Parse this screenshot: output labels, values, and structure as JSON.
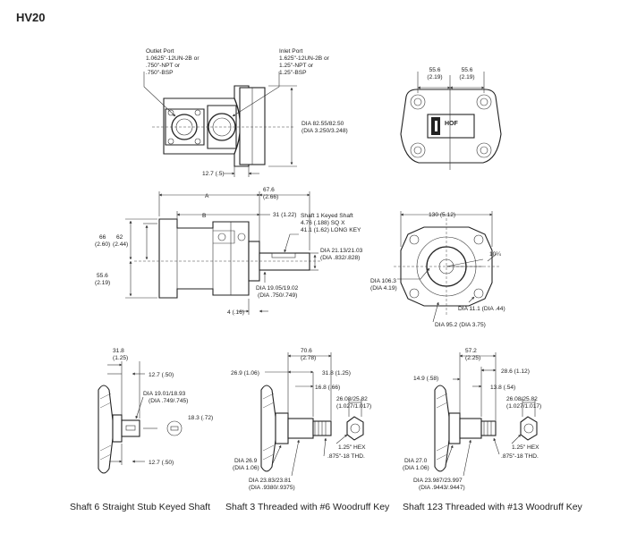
{
  "title": "HV20",
  "top_view": {
    "outlet_port": [
      "Outlet Port",
      "1.0625\"-12UN-2B or",
      ".750\"-NPT or",
      ".750\"-BSP"
    ],
    "inlet_port": [
      "Inlet Port",
      "1.625\"-12UN-2B or",
      "1.25\"-NPT or",
      "1.25\"-BSP"
    ],
    "dia_pilot": [
      "DIA 82.55/82.50",
      "(DIA 3.250/3.248)"
    ],
    "offset": "12.7 (.5)"
  },
  "end_view_top": {
    "left_dim": [
      "55.6",
      "(2.19)"
    ],
    "right_dim": [
      "55.6",
      "(2.19)"
    ],
    "logo": "HOF"
  },
  "side_view": {
    "a_label": "A",
    "b_label": "B",
    "dim_67": [
      "67.6",
      "(2.66)"
    ],
    "dim_31": "31 (1.22)",
    "shaft_keyed": [
      "Shaft 1 Keyed Shaft",
      "4.76 (.188) SQ X",
      "41.1 (1.62) LONG KEY"
    ],
    "dim_66": [
      "66",
      "(2.60)"
    ],
    "dim_62": [
      "62",
      "(2.44)"
    ],
    "dim_55": [
      "55.6",
      "(2.19)"
    ],
    "dia_shaft": [
      "DIA 21.13/21.03",
      "(DIA .832/.828)"
    ],
    "dia_19": [
      "DIA 19.05/19.02",
      "(DIA .750/.749)"
    ],
    "dim_4": "4 (.16)"
  },
  "flange_view": {
    "width": "130 (5.12)",
    "dia_106": [
      "DIA 106.3",
      "(DIA 4.19)"
    ],
    "angle": "10¼",
    "dia_11": "DIA 11.1 (DIA .44)",
    "dia_95": "DIA 95.2 (DIA 3.75)"
  },
  "shaft6": {
    "dim_31": [
      "31.8",
      "(1.25)"
    ],
    "dim_12_top": "12.7 (.50)",
    "dia": [
      "DIA 19.01/18.93",
      "(DIA .749/.745)"
    ],
    "dim_18": "18.3 (.72)",
    "dim_12_bottom": "12.7 (.50)"
  },
  "shaft3": {
    "dim_70": [
      "70.6",
      "(2.78)"
    ],
    "dim_26": "26.9 (1.06)",
    "dim_31": "31.8 (1.25)",
    "dim_16": "16.8 (.66)",
    "dia_thread": [
      "26.08/25.82",
      "(1.027/1.017)"
    ],
    "hex": "1.25\" HEX",
    "thread": ".875\"-18 THD.",
    "dia_26": [
      "DIA 26.9",
      "(DIA 1.06)"
    ],
    "dia_23": [
      "DIA 23.83/23.81",
      "(DIA .9380/.9375)"
    ]
  },
  "shaft123": {
    "dim_57": [
      "57.2",
      "(2.25)"
    ],
    "dim_28": "28.6 (1.12)",
    "dim_14": "14.9 (.58)",
    "dim_13": "13.8 (.54)",
    "dia_thread": [
      "26.08/25.82",
      "(1.027/1.017)"
    ],
    "hex": "1.25\" HEX",
    "thread": ".875\"-18 THD.",
    "dia_27": [
      "DIA 27.0",
      "(DIA 1.06)"
    ],
    "dia_23": [
      "DIA 23.987/23.997",
      "(DIA .9443/.9447)"
    ]
  },
  "captions": {
    "shaft6": "Shaft 6 Straight Stub Keyed Shaft",
    "shaft3": "Shaft 3 Threaded with #6 Woodruff Key",
    "shaft123": "Shaft 123 Threaded with #13 Woodruff Key"
  }
}
